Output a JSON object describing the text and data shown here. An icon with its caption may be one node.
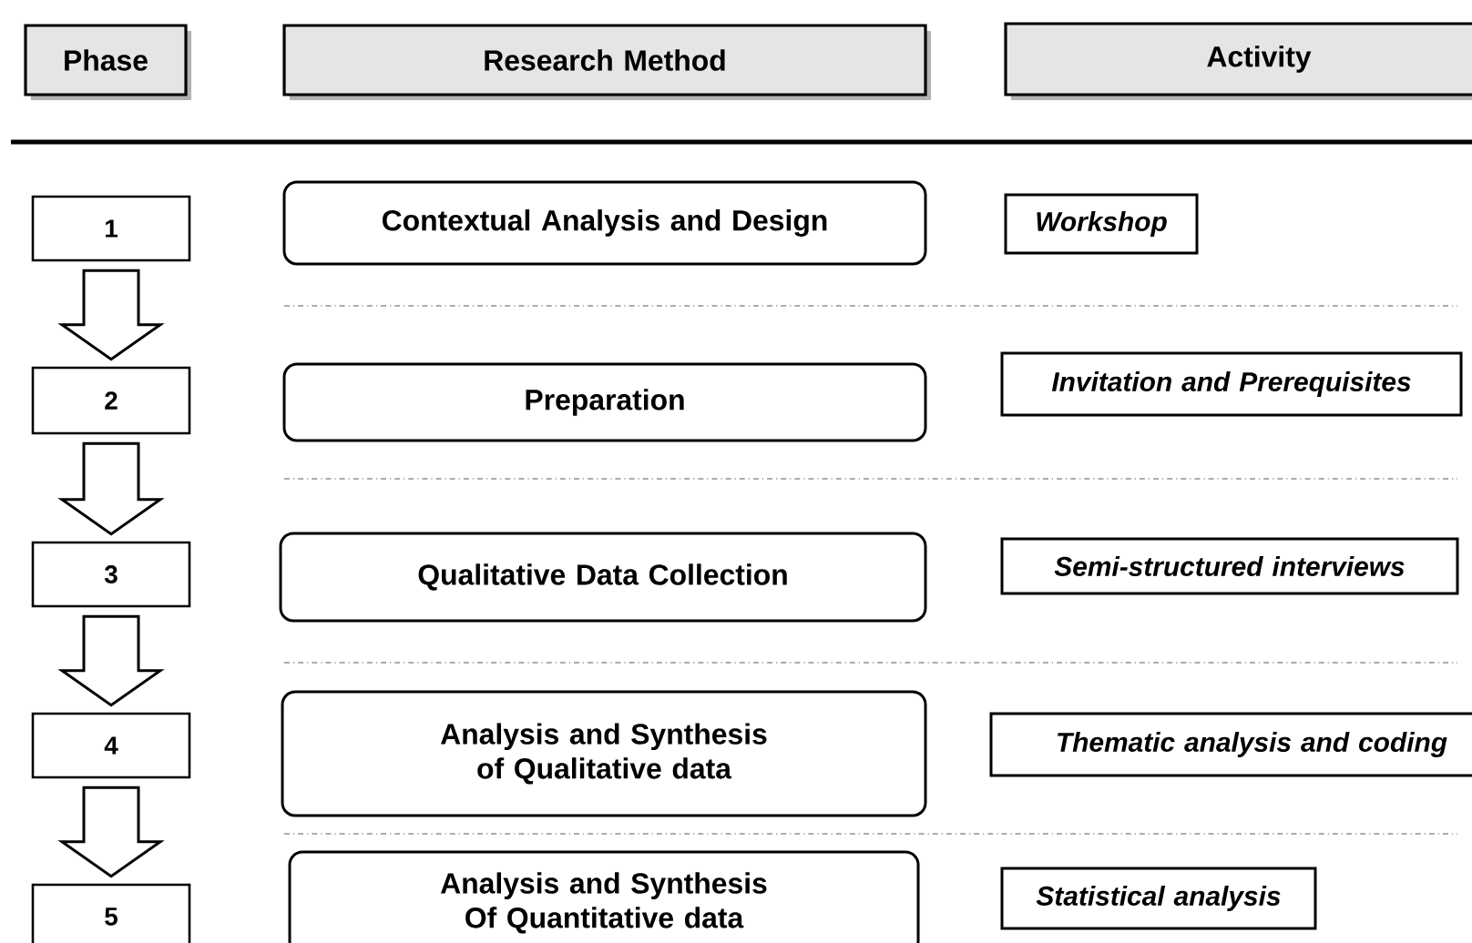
{
  "diagram": {
    "nodes": [
      {
        "text": [
          "Phase"
        ]
      },
      {
        "text": [
          "Research Method"
        ]
      },
      {
        "text": [
          "Activity"
        ]
      },
      {
        "text": [
          "1"
        ]
      },
      {
        "text": [
          "Contextual Analysis and Design"
        ]
      },
      {
        "text": [
          "Workshop"
        ]
      },
      {
        "text": [
          "2"
        ]
      },
      {
        "text": [
          "Preparation"
        ]
      },
      {
        "text": [
          "Invitation and Prerequisites"
        ]
      },
      {
        "text": [
          "3"
        ]
      },
      {
        "text": [
          "Qualitative Data Collection"
        ]
      },
      {
        "text": [
          "Semi-structured interviews"
        ]
      },
      {
        "text": [
          "4"
        ]
      },
      {
        "text": [
          "Analysis and Synthesis of Qualitative data"
        ]
      },
      {
        "text": [
          "Thematic analysis and coding"
        ]
      },
      {
        "text": [
          "5"
        ]
      },
      {
        "text": [
          "Analysis and Synthesis Of Quantitative data"
        ]
      },
      {
        "text": [
          "Statistical analysis"
        ]
      }
    ],
    "edges": [
      {
        "from": 3,
        "to": 6,
        "arrow": "to"
      },
      {
        "from": 6,
        "to": 9,
        "arrow": "to"
      },
      {
        "from": 9,
        "to": 12,
        "arrow": "to"
      },
      {
        "from": 12,
        "to": 15,
        "arrow": "to"
      }
    ]
  }
}
